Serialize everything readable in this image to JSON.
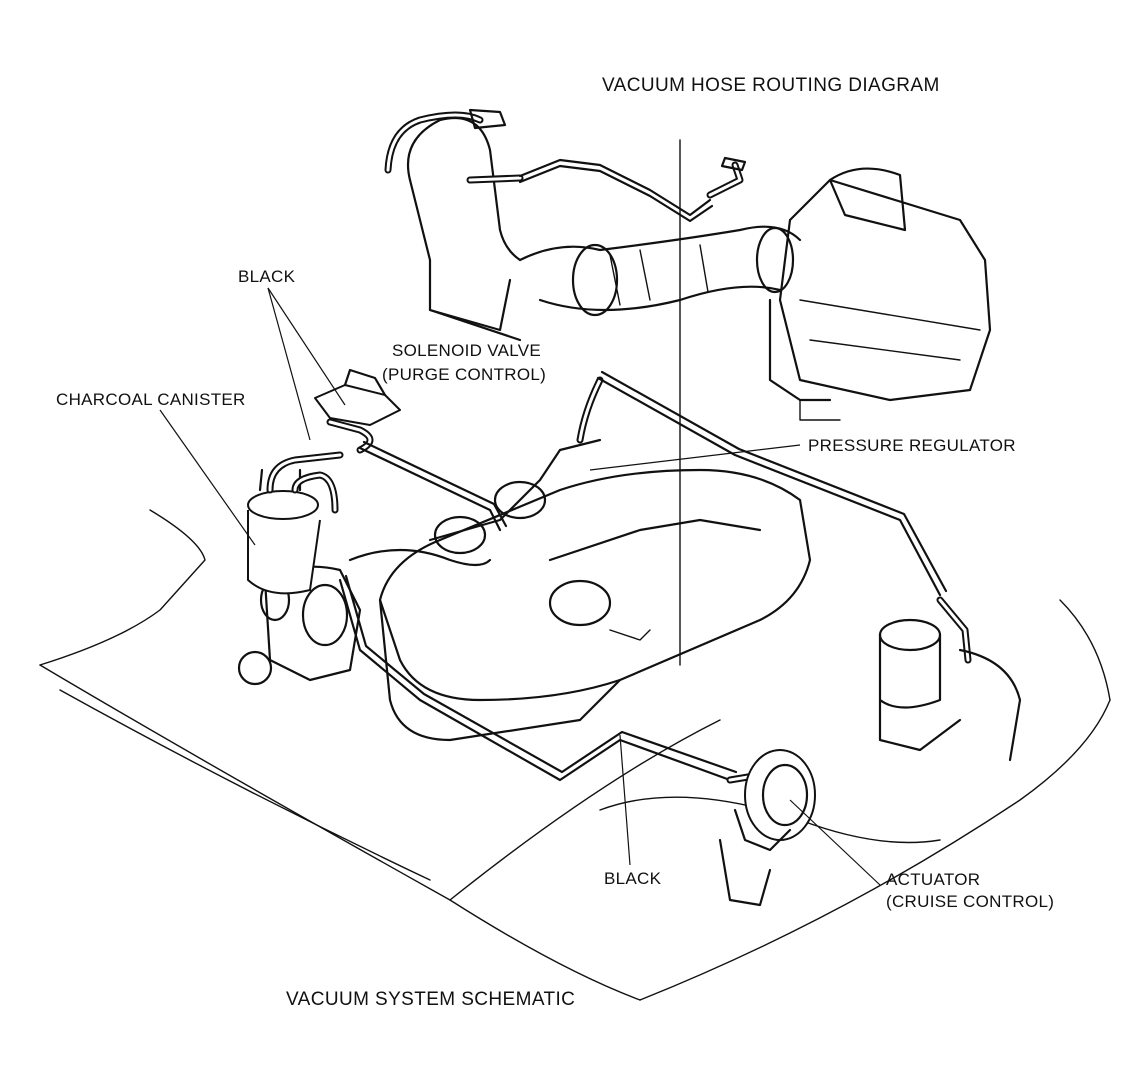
{
  "diagram": {
    "title_top": "VACUUM HOSE ROUTING DIAGRAM",
    "title_bottom": "VACUUM SYSTEM SCHEMATIC",
    "labels": {
      "black_top": "BLACK",
      "solenoid_line1": "SOLENOID VALVE",
      "solenoid_line2": "(PURGE CONTROL)",
      "charcoal_canister": "CHARCOAL CANISTER",
      "pressure_regulator": "PRESSURE REGULATOR",
      "black_bottom": "BLACK",
      "actuator_line1": "ACTUATOR",
      "actuator_line2": "(CRUISE CONTROL)"
    }
  }
}
